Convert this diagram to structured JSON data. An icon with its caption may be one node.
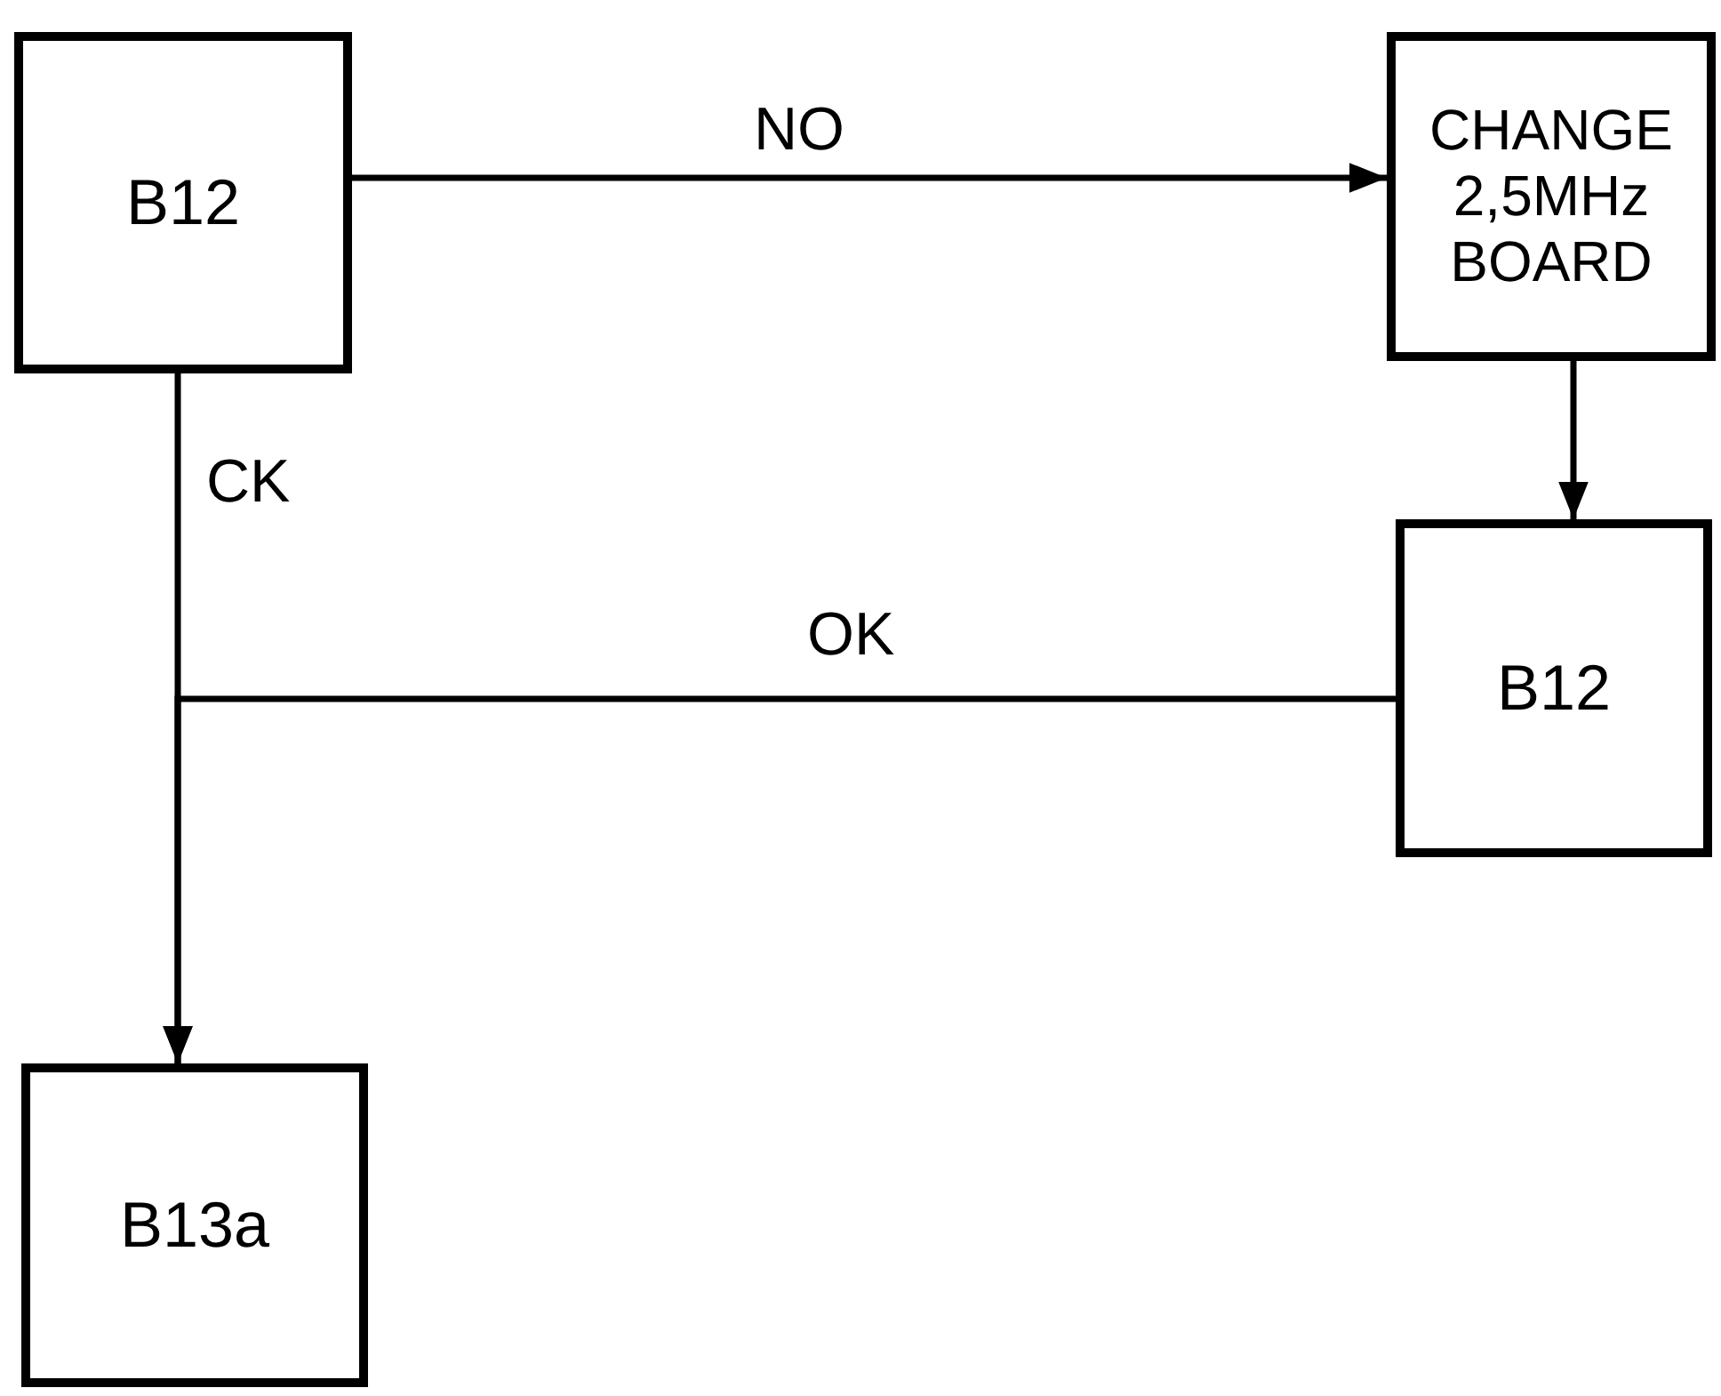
{
  "diagram": {
    "nodes": [
      {
        "text": [
          "B12"
        ]
      },
      {
        "text": [
          "CHANGE 2,5MHz BOARD"
        ]
      },
      {
        "text": [
          "B12"
        ]
      },
      {
        "text": [
          "B13a"
        ]
      }
    ],
    "edges": [
      {
        "from": 0,
        "to": 1,
        "arrow": "to",
        "label": "NO"
      },
      {
        "from": 1,
        "to": 2,
        "arrow": "to"
      },
      {
        "from": 0,
        "to": 3,
        "arrow": "to",
        "label": "CK"
      },
      {
        "from": 2,
        "to": 3,
        "arrow": "to",
        "label": "OK"
      }
    ]
  }
}
